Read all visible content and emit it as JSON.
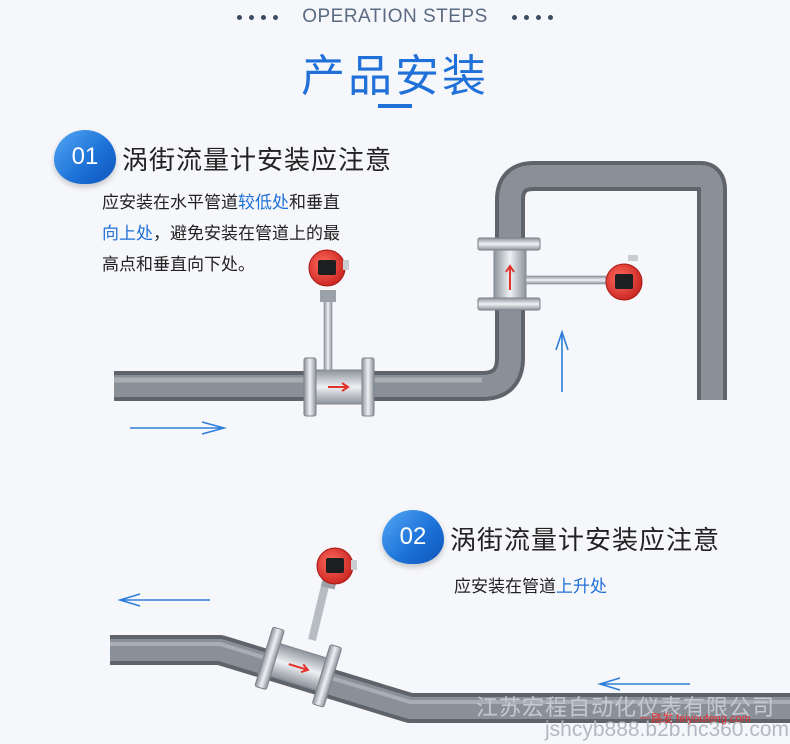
{
  "header": {
    "en_title": "OPERATION STEPS",
    "cn_title": "产品安装"
  },
  "step1": {
    "number": "01",
    "title": "涡街流量计安装应注意",
    "desc_line1_a": "应安装在水平管道",
    "desc_line1_hl": "较低处",
    "desc_line1_b": "和垂直",
    "desc_line2_hl": "向上处",
    "desc_line2_b": "，避免安装在管道上的最",
    "desc_line3": "高点和垂直向下处。"
  },
  "step2": {
    "number": "02",
    "title": "涡街流量计安装应注意",
    "desc_a": "应安装在管道",
    "desc_hl": "上升处"
  },
  "watermark": {
    "company": "江苏宏程自动化仪表有限公司",
    "url": "jshcyb888.b2b.hc360.com",
    "small": "一路发 feiyoufeng.com"
  },
  "colors": {
    "accent": "#1f70d8",
    "pipe": "#7d838c",
    "transmitter": "#e2332c"
  },
  "icons": [
    "flow-arrow-right-icon",
    "flow-arrow-up-icon",
    "flow-arrow-left-icon"
  ]
}
